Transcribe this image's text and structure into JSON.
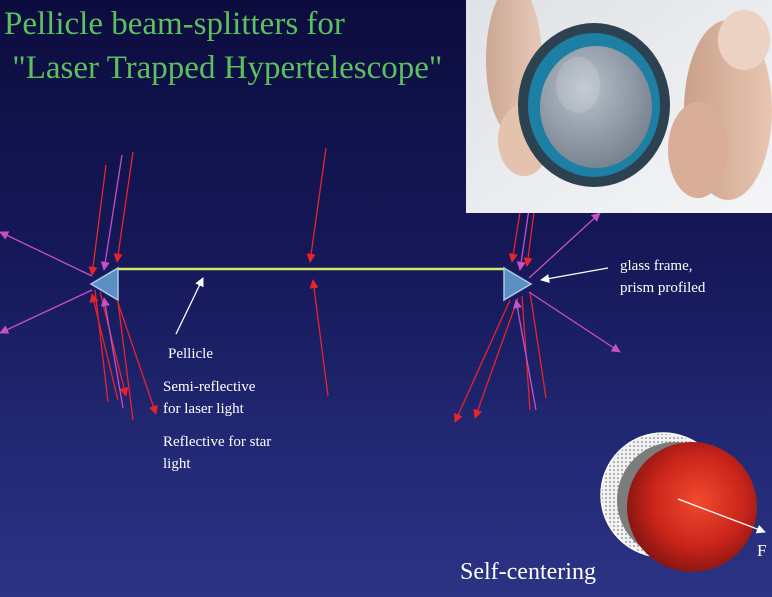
{
  "title": {
    "line1": "Pellicle beam-splitters for",
    "line2": " \"Laser Trapped Hypertelescope\""
  },
  "labels": {
    "glass_frame_line1": "glass frame,",
    "glass_frame_line2": "prism profiled",
    "pellicle": "Pellicle",
    "semi_line1": "Semi-reflective",
    "semi_line2": "for laser light",
    "refl_line1": "Reflective for star",
    "refl_line2": "light"
  },
  "self_centering": {
    "caption": "Self-centering",
    "force_label": "F"
  },
  "colors": {
    "title": "#5cc05c",
    "laser_ray": "#e8242a",
    "star_ray": "#c94fc4",
    "pellicle_film": "#cde86a",
    "prism": "#5a8fc4",
    "bead": "#d42a20"
  }
}
